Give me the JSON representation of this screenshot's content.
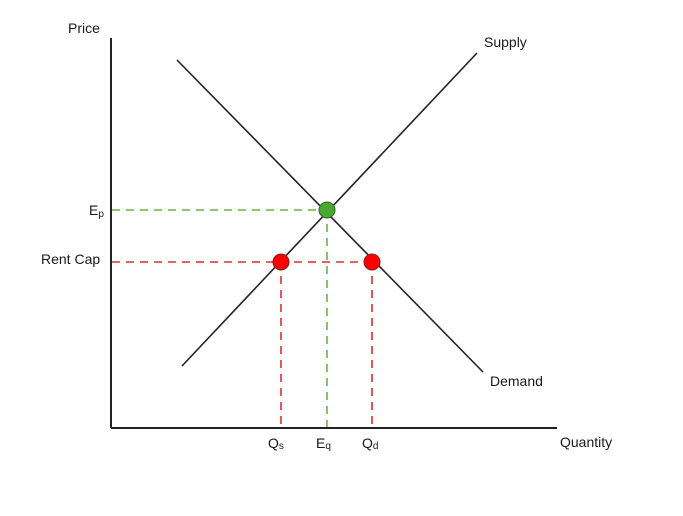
{
  "diagram": {
    "type": "supply-demand",
    "axes": {
      "y_label": "Price",
      "x_label": "Quantity"
    },
    "curves": {
      "supply_label": "Supply",
      "demand_label": "Demand"
    },
    "price_labels": {
      "equilibrium": "Ep",
      "equilibrium_main": "E",
      "equilibrium_sub": "p",
      "rent_cap": "Rent Cap"
    },
    "quantity_labels": {
      "qs_main": "Q",
      "qs_sub": "s",
      "eq_main": "E",
      "eq_sub": "q",
      "qd_main": "Q",
      "qd_sub": "d"
    },
    "colors": {
      "axis": "#222222",
      "curve": "#222222",
      "equilibrium_point": "#4aa832",
      "equilibrium_guide": "#6ab04c",
      "shortage_point": "#ff0000",
      "shortage_guide": "#d93030"
    }
  }
}
